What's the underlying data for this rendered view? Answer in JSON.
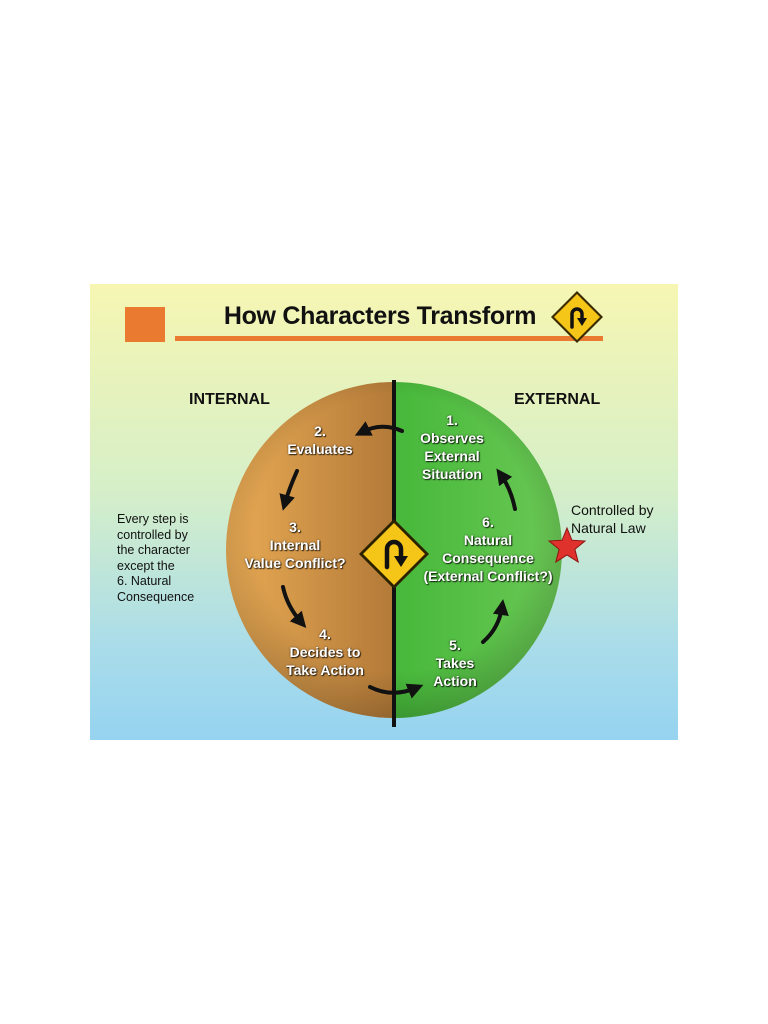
{
  "title": "How Characters Transform",
  "labels": {
    "internal": "INTERNAL",
    "external": "EXTERNAL"
  },
  "steps": [
    {
      "lines": [
        "1.",
        "Observes",
        "External",
        "Situation"
      ]
    },
    {
      "lines": [
        "2.",
        "Evaluates"
      ]
    },
    {
      "lines": [
        "3.",
        "Internal",
        "Value Conflict?"
      ]
    },
    {
      "lines": [
        "4.",
        "Decides to",
        "Take Action"
      ]
    },
    {
      "lines": [
        "5.",
        "Takes",
        "Action"
      ]
    },
    {
      "lines": [
        "6.",
        "Natural",
        "Consequence",
        "(External Conflict?)"
      ]
    }
  ],
  "note_lines": [
    "Every step is",
    "controlled by",
    "the character",
    "except the",
    "6. Natural",
    "Consequence"
  ],
  "callout_lines": [
    "Controlled by",
    "Natural Law"
  ],
  "icons": {
    "title_sign": "u-turn-sign-icon",
    "center_sign": "u-turn-sign-icon",
    "title_square": "orange-square-icon",
    "callout_marker": "red-star-icon"
  },
  "colors": {
    "internal": "#c98a3c",
    "external": "#4fb43f",
    "accent": "#e8762d",
    "sign": "#f5c518",
    "star": "#e0322c"
  }
}
